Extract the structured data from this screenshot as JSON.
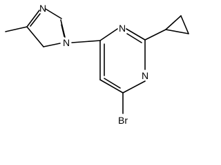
{
  "molecule": {
    "atoms": {
      "n_imid_top": "N",
      "n_imid_link": "N",
      "n_pyr_top": "N",
      "n_pyr_bottom": "N",
      "br": "Br"
    }
  }
}
